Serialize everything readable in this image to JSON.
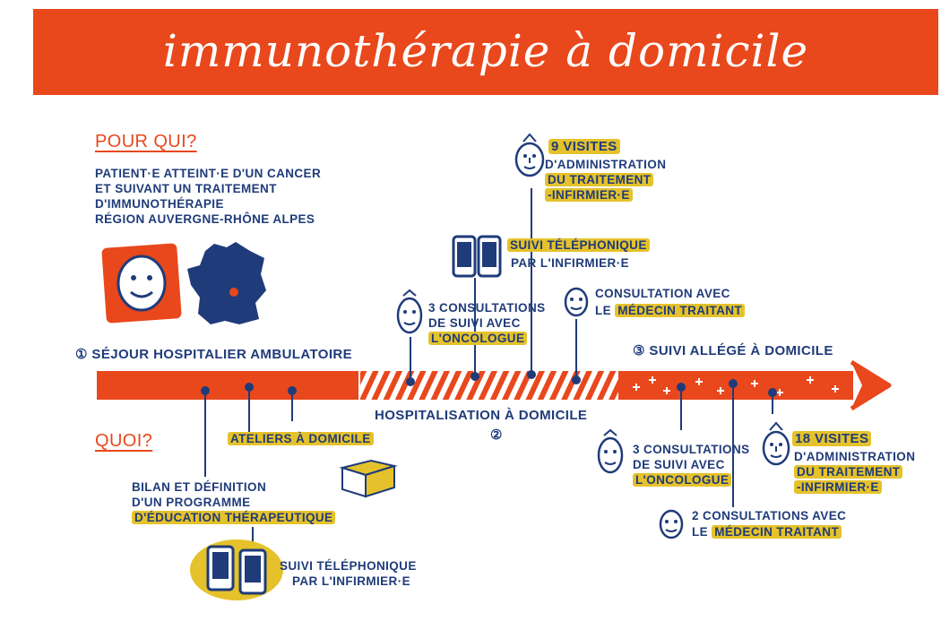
{
  "title": "immunothérapie à domicile",
  "pour_qui": {
    "heading": "POUR QUI?",
    "lines": [
      "PATIENT·E ATTEINT·E D'UN CANCER",
      "ET SUIVANT UN TRAITEMENT",
      "D'IMMUNOTHÉRAPIE",
      "RÉGION AUVERGNE-RHÔNE ALPES"
    ]
  },
  "quoi": {
    "heading": "QUOI?"
  },
  "phases": {
    "p1": "① SÉJOUR HOSPITALIER AMBULATOIRE",
    "p2": "HOSPITALISATION À DOMICILE",
    "p2_num": "②",
    "p3": "③ SUIVI ALLÉGÉ À DOMICILE"
  },
  "phase1": {
    "ateliers": "ATELIERS À DOMICILE",
    "bilan": [
      "BILAN ET DÉFINITION",
      "D'UN PROGRAMME"
    ],
    "bilan_hl": "D'ÉDUCATION THÉRAPEUTIQUE",
    "suivi_tel": [
      "SUIVI TÉLÉPHONIQUE",
      "PAR L'INFIRMIER·E"
    ]
  },
  "phase2": {
    "visites_hl": "9 VISITES",
    "visites_lines": [
      "D'ADMINISTRATION",
      "DU TRAITEMENT",
      "-INFIRMIER·E"
    ],
    "suivi_tel_hl": "SUIVI TÉLÉPHONIQUE",
    "suivi_tel_sub": "PAR L'INFIRMIER·E",
    "consult_onco": [
      "3 CONSULTATIONS",
      "DE SUIVI AVEC"
    ],
    "consult_onco_hl": "L'ONCOLOGUE",
    "consult_med": "CONSULTATION AVEC",
    "consult_med_prefix": "LE",
    "consult_med_hl": "MÉDECIN TRAITANT"
  },
  "phase3": {
    "consult_onco": [
      "3 CONSULTATIONS",
      "DE SUIVI AVEC"
    ],
    "consult_onco_hl": "L'ONCOLOGUE",
    "visites_hl": "18 VISITES",
    "visites_lines": [
      "D'ADMINISTRATION",
      "DU TRAITEMENT",
      "-INFIRMIER·E"
    ],
    "consult_med": "2 CONSULTATIONS AVEC",
    "consult_med_prefix": "LE",
    "consult_med_hl": "MÉDECIN TRAITANT"
  },
  "colors": {
    "orange": "#e8481c",
    "navy": "#1f3b7a",
    "yellow": "#e5c22b"
  }
}
